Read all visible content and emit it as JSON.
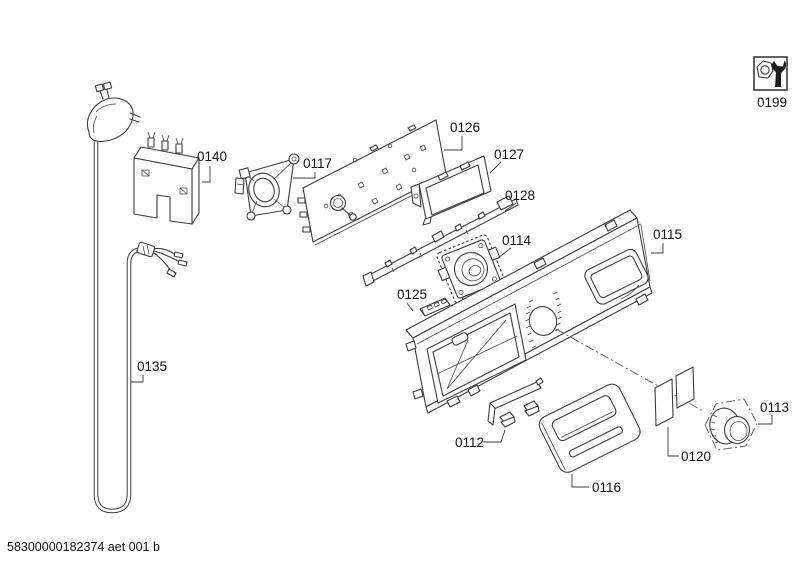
{
  "footer_code": "58300000182374 aet 001 b",
  "icons": {
    "service_box": "wrench-and-nut-icon"
  },
  "labels": {
    "0112": "0112",
    "0113": "0113",
    "0114": "0114",
    "0115": "0115",
    "0116": "0116",
    "0117": "0117",
    "0120": "0120",
    "0125": "0125",
    "0126": "0126",
    "0127": "0127",
    "0128": "0128",
    "0135": "0135",
    "0140": "0140",
    "0199": "0199"
  }
}
